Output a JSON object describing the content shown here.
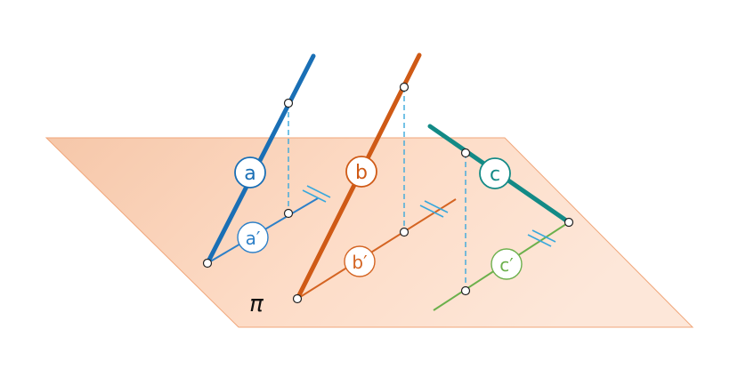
{
  "plane": {
    "label": "π",
    "fill_start": "#f6c7a9",
    "fill_end": "#fde7d9",
    "stroke": "#f0a67a"
  },
  "lines": [
    {
      "id": "a",
      "label": "a",
      "proj_label": "a′",
      "color": "#1a6fb5",
      "proj_color": "#2d80c8"
    },
    {
      "id": "b",
      "label": "b",
      "proj_label": "b′",
      "color": "#cf5a16",
      "proj_color": "#d46422"
    },
    {
      "id": "c",
      "label": "c",
      "proj_label": "c′",
      "color": "#138a86",
      "proj_color": "#6cb04c"
    }
  ],
  "projector_color": "#39a8dc",
  "parallel_mark_color": "#39a8dc"
}
